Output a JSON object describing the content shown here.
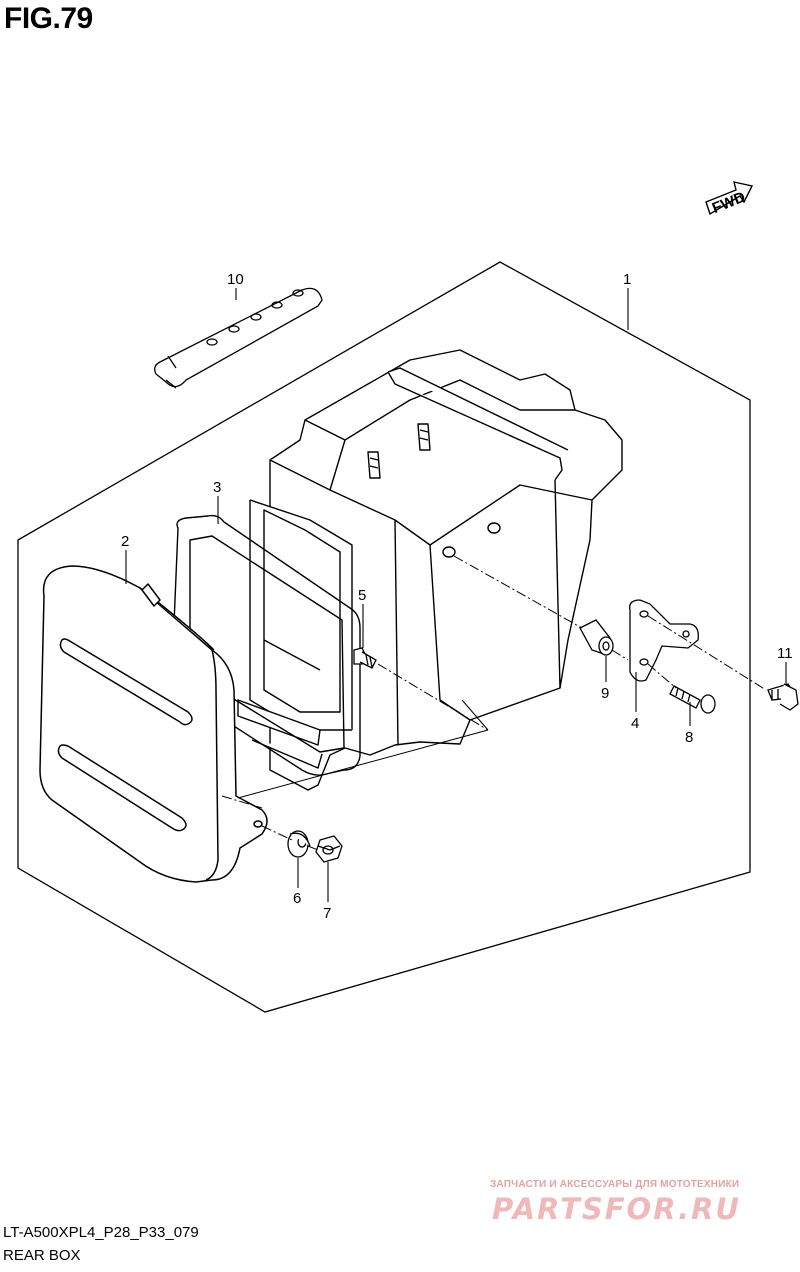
{
  "figure": {
    "title": "FIG.79",
    "model_code": "LT-A500XPL4_P28_P33_079",
    "section_name": "REAR BOX"
  },
  "fwd_label": "FWD",
  "parts": [
    {
      "ref": "1"
    },
    {
      "ref": "2"
    },
    {
      "ref": "3"
    },
    {
      "ref": "4"
    },
    {
      "ref": "5"
    },
    {
      "ref": "6"
    },
    {
      "ref": "7"
    },
    {
      "ref": "8"
    },
    {
      "ref": "9"
    },
    {
      "ref": "10"
    },
    {
      "ref": "11"
    }
  ],
  "watermark": {
    "caption": "ЗАПЧАСТИ И АКСЕССУАРЫ ДЛЯ МОТОТЕХНИКИ",
    "logo": "PARTSFOR.RU"
  }
}
